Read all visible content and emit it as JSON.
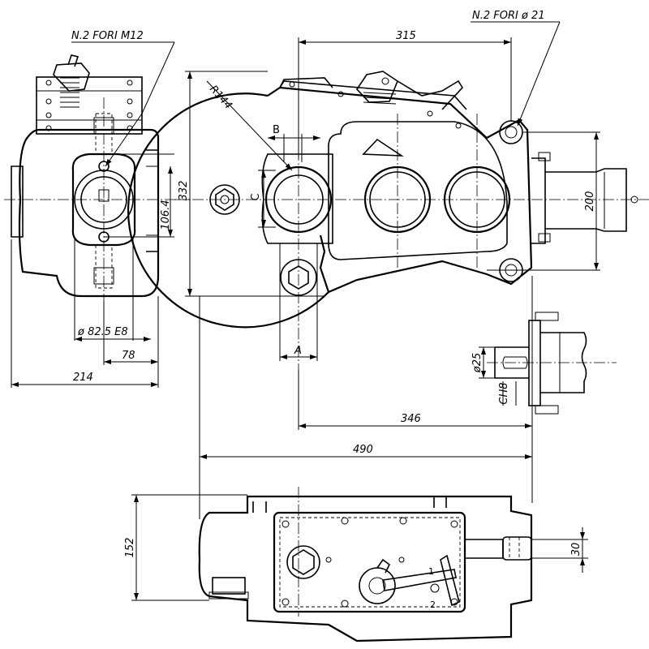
{
  "callouts": {
    "m12": "N.2 FORI M12",
    "d21": "N.2 FORI ø 21"
  },
  "dimensions": {
    "d315": "315",
    "r144": "R144",
    "d332": "332",
    "d106": "106.4",
    "d82": "ø 82.5 E8",
    "d78": "78",
    "d214": "214",
    "d200": "200",
    "d25": "ø25",
    "ch8": "CH8",
    "d346": "346",
    "d490": "490",
    "d152": "152",
    "d30": "30"
  },
  "section_marks": {
    "a": "A",
    "b": "B",
    "c": "C"
  },
  "lever_positions": {
    "p1": "1",
    "p2": "2"
  }
}
